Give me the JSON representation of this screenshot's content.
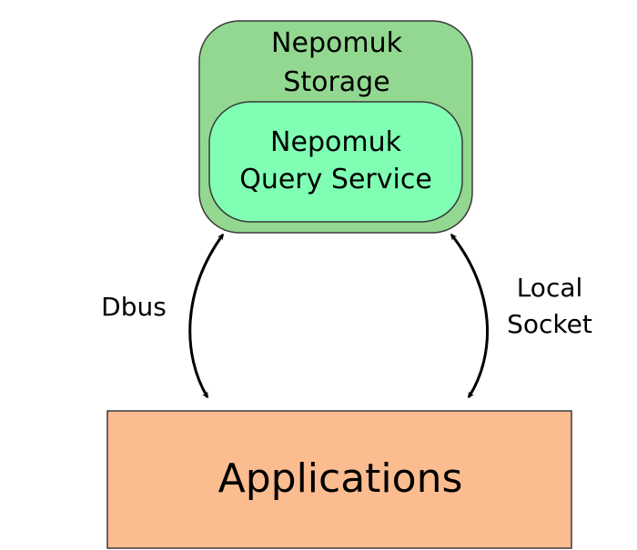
{
  "nodes": {
    "storage": {
      "line1": "Nepomuk",
      "line2": "Storage",
      "fill": "#93d891"
    },
    "query_service": {
      "line1": "Nepomuk",
      "line2": "Query Service",
      "fill": "#80ffb4"
    },
    "applications": {
      "label": "Applications",
      "fill": "#fbbc90"
    }
  },
  "edges": {
    "dbus": {
      "label": "Dbus"
    },
    "local_socket": {
      "line1": "Local",
      "line2": "Socket"
    }
  },
  "colors": {
    "stroke": "#3a3a3a",
    "arrow": "#000000"
  }
}
